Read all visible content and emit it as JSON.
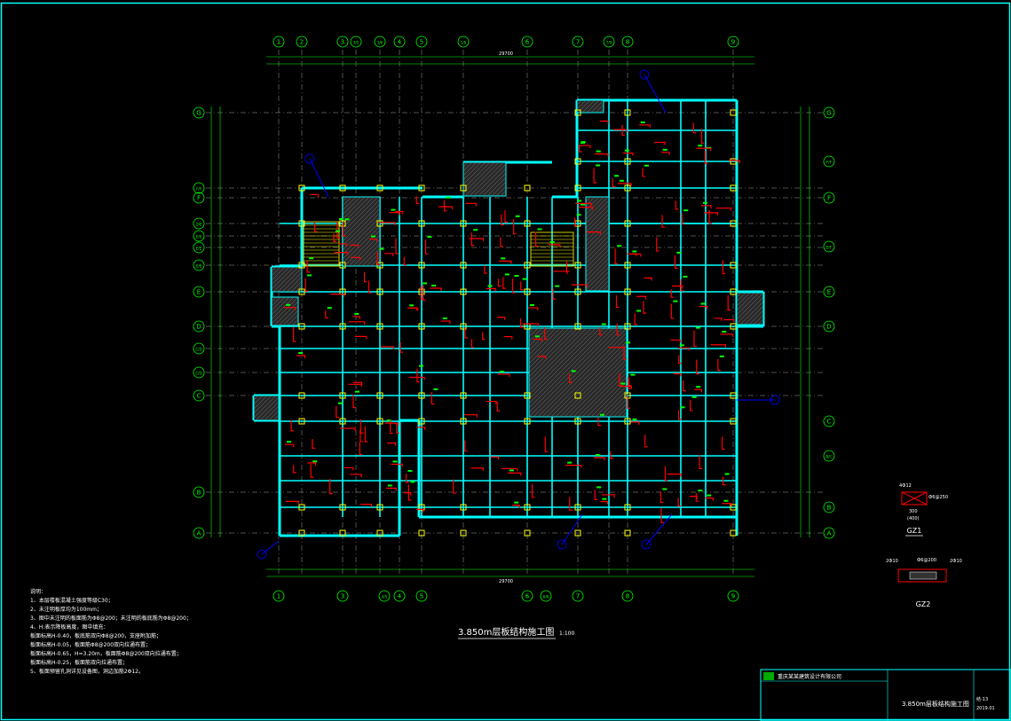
{
  "drawing": {
    "title": "3.850m层板结构施工图",
    "scale": "1:100",
    "detail_gz1": {
      "name": "GZ1",
      "rebar": "4Ф12",
      "stirrup": "Ф6@250",
      "dim": "300",
      "dim_sub": "(400)"
    },
    "detail_gz2": {
      "name": "GZ2",
      "rebar_top": "Ф6@200",
      "rebar_left": "2Ф10",
      "rebar_right": "2Ф10"
    }
  },
  "axes": {
    "top": [
      "1",
      "2",
      "3",
      "3/5",
      "3/6",
      "4",
      "5",
      "5/6",
      "6",
      "7",
      "7/9",
      "8",
      "9"
    ],
    "bottom": [
      "1",
      "3",
      "4/5",
      "4",
      "5",
      "6",
      "6/8",
      "7",
      "8",
      "9"
    ],
    "left": [
      "G",
      "F/F",
      "F",
      "D/E",
      "E/E",
      "E/E",
      "E/E",
      "E",
      "D",
      "C/D",
      "C/D",
      "C",
      "B",
      "A"
    ],
    "right": [
      "G",
      "F/F",
      "F",
      "E/F",
      "E",
      "D",
      "C",
      "B/C",
      "B",
      "A"
    ],
    "top_total": "29700",
    "bottom_total": "29700"
  },
  "notes": {
    "header": "说明：",
    "lines": [
      "1、本层楼板混凝土强度等级C30；",
      "2、未注明板厚均为100mm；",
      "3、图中未注明的板面筋为Φ8@200；未注明的板底筋为Φ8@200；",
      "4、H:表示降板高度，图中填充：",
      "   板面标高H-0.40，板底筋双向Φ8@200，支座附加筋；",
      "   板面标高H-0.05，板面筋Φ8@200双向拉通布置；",
      "   板面标高H-0.65，H=3.20m，板面筋Φ8@200双向拉通布置；",
      "   板面标高H-0.25，板面筋双向拉通布置；",
      "5、板面预留孔洞详见设备图，洞边加筋2Φ12。"
    ]
  },
  "title_block": {
    "company": "重庆某某建筑设计有限公司",
    "sheet_title": "3.850m层板结构施工图",
    "sheet_no": "结-13",
    "date": "2019.01"
  },
  "colors": {
    "background": "#000000",
    "axis": "#00ff00",
    "beam": "#00ffff",
    "rebar": "#ff0000",
    "column": "#ffff00",
    "leader": "#0000ff",
    "text": "#ffffff"
  }
}
